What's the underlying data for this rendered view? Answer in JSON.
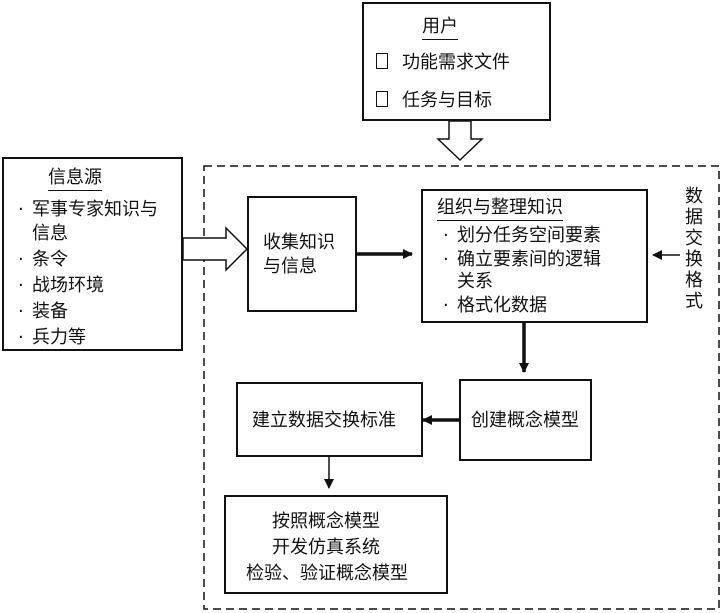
{
  "user": {
    "title": "用户",
    "items": [
      "功能需求文件",
      "任务与目标"
    ]
  },
  "source": {
    "title": "信息源",
    "items": [
      "军事专家知识与",
      "信息",
      "条令",
      "战场环境",
      "装备",
      "兵力等"
    ]
  },
  "collect": {
    "lines": [
      "收集知识",
      "与信息"
    ]
  },
  "organize": {
    "title": "组织与整理知识",
    "items": [
      "划分任务空间要素",
      "确立要素间的逻辑",
      "关系",
      "格式化数据"
    ]
  },
  "exchange_format": {
    "chars": [
      "数",
      "据",
      "交",
      "换",
      "格",
      "式"
    ]
  },
  "create_model": {
    "label": "创建概念模型"
  },
  "standard": {
    "label": "建立数据交换标准"
  },
  "develop": {
    "lines": [
      "按照概念模型",
      "开发仿真系统",
      "检验、验证概念模型"
    ]
  }
}
